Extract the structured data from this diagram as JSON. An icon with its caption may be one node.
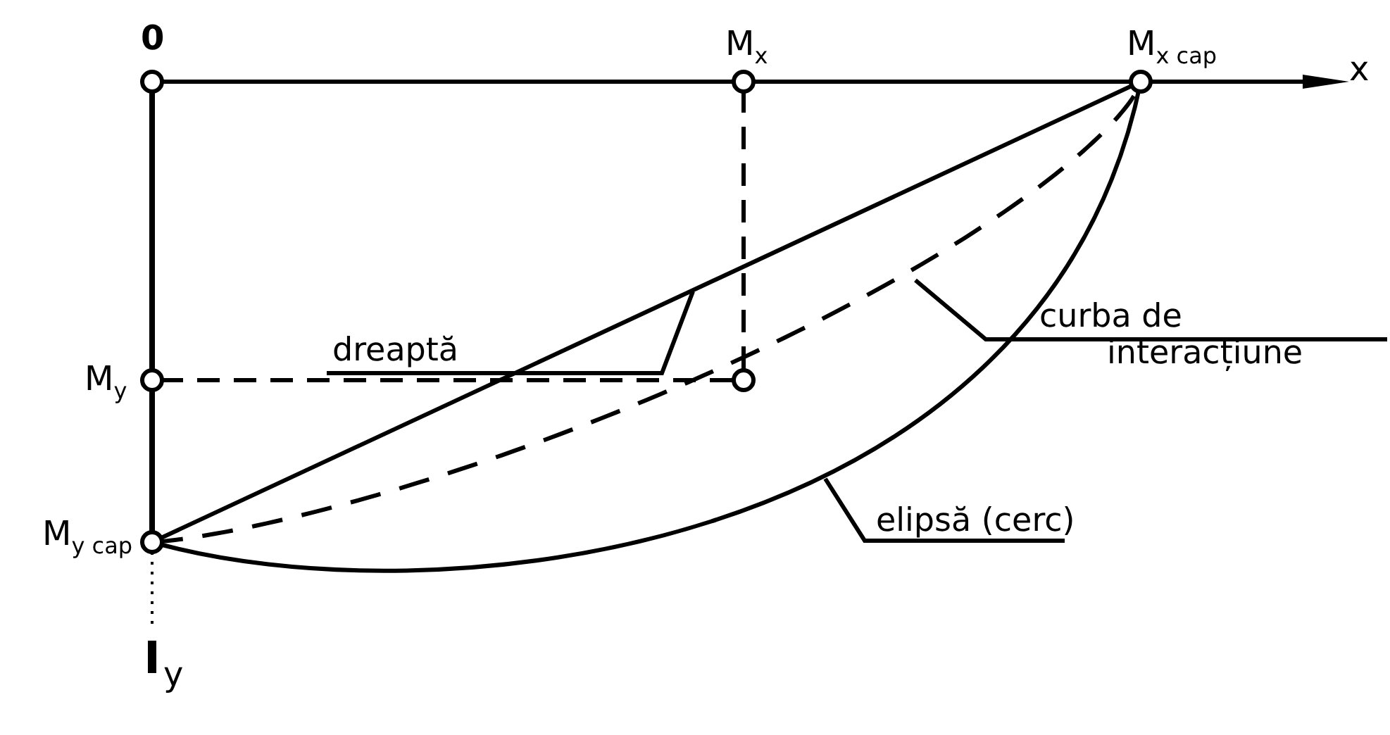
{
  "diagram": {
    "nodes": [
      {
        "text": [
          "dreaptă"
        ]
      },
      {
        "text": [
          "curba de interacțiune"
        ]
      },
      {
        "text": [
          "elipsă (cerc)"
        ]
      }
    ],
    "edges": [
      {
        "from": 0,
        "to": null,
        "arrow": "none"
      },
      {
        "from": 1,
        "to": null,
        "arrow": "none"
      },
      {
        "from": 2,
        "to": null,
        "arrow": "none"
      }
    ],
    "labels": [
      "0",
      "M$_{x}$",
      "M$_{x cap}$",
      "x",
      "M$_{y}$",
      "M$_{y cap}$",
      "y"
    ]
  }
}
